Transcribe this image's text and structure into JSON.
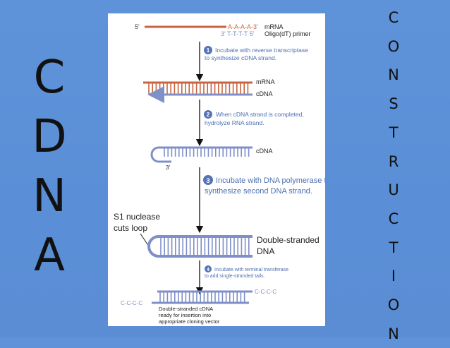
{
  "slide": {
    "left_letters": [
      "C",
      "D",
      "N",
      "A"
    ],
    "right_letters": [
      "C",
      "O",
      "N",
      "S",
      "T",
      "R",
      "U",
      "C",
      "T",
      "I",
      "O",
      "N"
    ],
    "colors": {
      "background": "#5b8fd6",
      "mrna": "#c8643f",
      "cdna": "#7f8fc7",
      "step_circle": "#5574b8",
      "label_blue": "#4d6fb3",
      "text_dark": "#222222"
    }
  },
  "diagram": {
    "five_prime": "5'",
    "poly_a": "A-A-A-A-3'",
    "mrna_label_top": "mRNA",
    "primer_seq": "3' T-T-T-T 5'",
    "primer_label": "Oligo(dT) primer",
    "step1_num": "1",
    "step1_line1": "Incubate with reverse transcriptase",
    "step1_line2": "to synthesize cDNA strand.",
    "hybrid_mrna_label": "mRNA",
    "hybrid_cdna_label": "cDNA",
    "step2_num": "2",
    "step2_line1": "When cDNA strand is completed,",
    "step2_line2": "hydrolyze RNA strand.",
    "hairpin_label": "cDNA",
    "hairpin_three_prime": "3'",
    "step3_num": "3",
    "step3_line1": "Incubate with DNA polymerase to",
    "step3_line2": "synthesize second DNA strand.",
    "s1_line1": "S1 nuclease",
    "s1_line2": "cuts loop",
    "ds_line1": "Double-stranded",
    "ds_line2": "DNA",
    "step4_num": "4",
    "step4_line1": "Incubate with terminal transferase",
    "step4_line2": "to add single-stranded tails.",
    "tail_right": "C-C-C-C",
    "tail_left": "C-C-C-C",
    "final_line1": "Double-stranded cDNA",
    "final_line2": "ready for insertion into",
    "final_line3": "appropriate cloning vector"
  }
}
